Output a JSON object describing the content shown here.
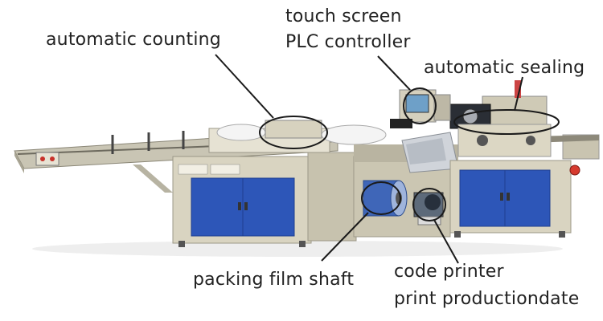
{
  "labels": {
    "touch_screen_line1": "touch screen",
    "touch_screen_line2": "PLC controller",
    "automatic_counting": "automatic counting",
    "automatic_sealing": "automatic sealing",
    "packing_film_shaft": "packing film shaft",
    "code_printer_line1": "code printer",
    "code_printer_line2": "print productiondate"
  },
  "colors": {
    "machine_body": "#d9d4c1",
    "panel_blue": "#2d56b8",
    "callout_line": "#1a1a1a",
    "text": "#222222"
  }
}
